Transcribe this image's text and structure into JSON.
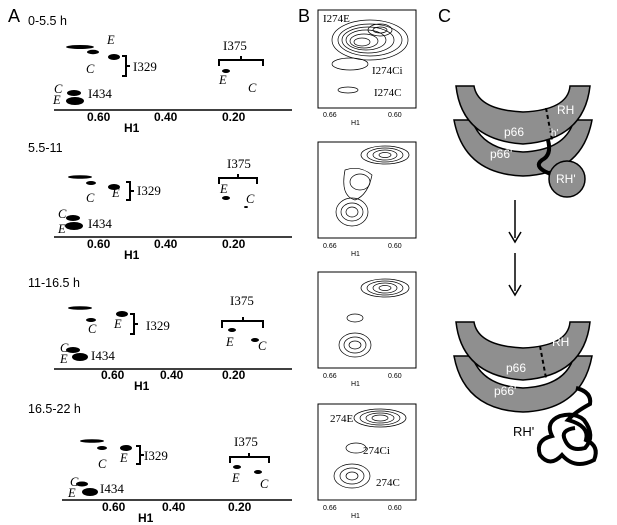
{
  "figure": {
    "panel_labels": [
      "A",
      "B",
      "C"
    ],
    "panel_a": {
      "axis_label": "H1",
      "ticks": [
        "0.60",
        "0.40",
        "0.20"
      ],
      "rows": [
        {
          "time": "0-5.5 h",
          "i329": "I329",
          "i375": "I375",
          "i434": "I434",
          "c": "C",
          "e": "E"
        },
        {
          "time": "5.5-11",
          "i329": "I329",
          "i375": "I375",
          "i434": "I434",
          "c": "C",
          "e": "E"
        },
        {
          "time": "11-16.5 h",
          "i329": "I329",
          "i375": "I375",
          "i434": "I434",
          "c": "C",
          "e": "E"
        },
        {
          "time": "16.5-22 h",
          "i329": "I329",
          "i375": "I375",
          "i434": "I434",
          "c": "C",
          "e": "E"
        }
      ]
    },
    "panel_b": {
      "axis_label": "H1",
      "ticks": [
        "0.66",
        "0.60"
      ],
      "box1_labels": [
        "I274E",
        "I274Ci",
        "I274C"
      ],
      "box4_labels": [
        "274E",
        "274Ci",
        "274C"
      ]
    },
    "panel_c": {
      "top": {
        "rh": "RH",
        "p66": "p66",
        "p66p": "p66'",
        "th": "'h'",
        "rhp": "RH'"
      },
      "bottom": {
        "rh": "RH",
        "p66": "p66",
        "p66p": "p66'",
        "rhp": "RH'"
      },
      "colors": {
        "subunit_fill": "#8f8f8f",
        "outline": "#000000"
      }
    }
  }
}
